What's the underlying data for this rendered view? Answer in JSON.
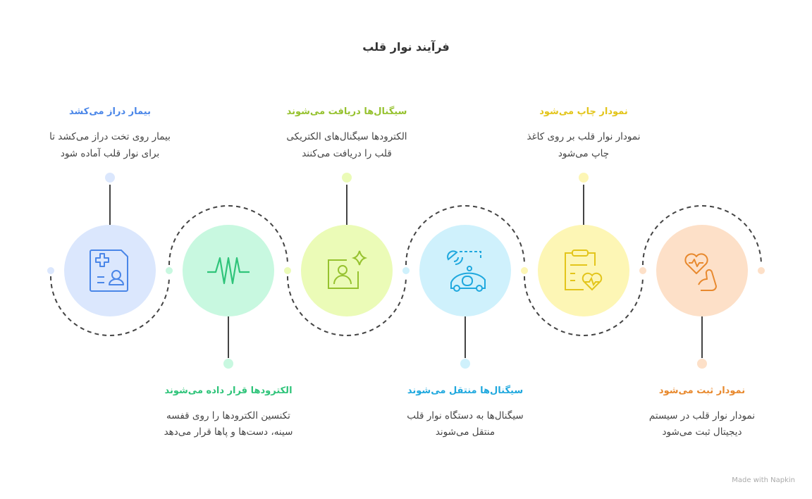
{
  "title": "فرآیند نوار قلب",
  "colors": {
    "blue": "#4a86e8",
    "green": "#2fc47a",
    "lime": "#96c22f",
    "cyan": "#1fa8de",
    "yellow": "#e3c51b",
    "orange": "#e8892e"
  },
  "steps": [
    {
      "title": "بیمار دراز می‌کشد",
      "desc1": "بیمار روی تخت دراز می‌کشد تا",
      "desc2": "برای نوار قلب آماده شود",
      "icon": "medical-id-card-icon"
    },
    {
      "title": "الکترودها قرار داده می‌شوند",
      "desc1": "تکنسین الکترودها را روی قفسه",
      "desc2": "سینه، دست‌ها و پاها قرار می‌دهد",
      "icon": "heartbeat-wave-icon"
    },
    {
      "title": "سیگنال‌ها دریافت می‌شوند",
      "desc1": "الکترودها سیگنال‌های الکتریکی",
      "desc2": "قلب را دریافت می‌کنند",
      "icon": "user-sparkle-icon"
    },
    {
      "title": "سیگنال‌ها منتقل می‌شوند",
      "desc1": "سیگنال‌ها به دستگاه نوار قلب",
      "desc2": "منتقل می‌شوند",
      "icon": "signal-vehicle-icon"
    },
    {
      "title": "نمودار چاپ می‌شود",
      "desc1": "نمودار نوار قلب بر روی کاغذ",
      "desc2": "چاپ می‌شود",
      "icon": "clipboard-heart-icon"
    },
    {
      "title": "نمودار ثبت می‌شود",
      "desc1": "نمودار نوار قلب در سیستم",
      "desc2": "دیجیتال ثبت می‌شود",
      "icon": "heart-arm-icon"
    }
  ],
  "watermark": "Made with  Napkin"
}
